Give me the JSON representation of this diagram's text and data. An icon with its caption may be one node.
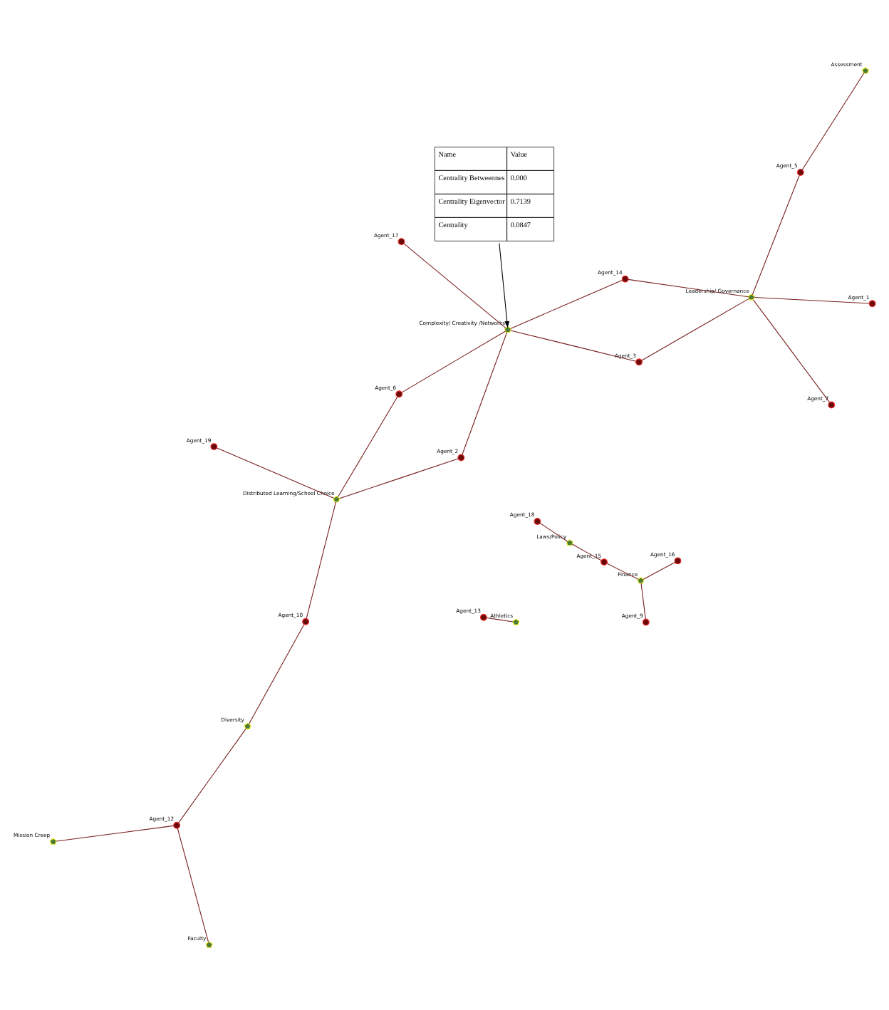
{
  "diagram": {
    "nodes": [
      {
        "text": [],
        "shape": "pentagon",
        "beside": [
          "Mission Creep"
        ]
      },
      {
        "text": [],
        "shape": "pentagon",
        "beside": [
          "Faculty"
        ]
      },
      {
        "text": [],
        "shape": "circle",
        "beside": [
          "Agent_13"
        ]
      },
      {
        "text": [],
        "shape": "circle",
        "beside": [
          "Agent_12"
        ]
      },
      {
        "text": [],
        "shape": "pentagon",
        "beside": [
          "Athletics"
        ]
      },
      {
        "text": [],
        "shape": "pentagon",
        "beside": [
          "Diversity"
        ]
      },
      {
        "text": [],
        "shape": "circle",
        "beside": [
          "Agent_9"
        ]
      },
      {
        "text": [],
        "shape": "pentagon",
        "beside": [
          "Finance"
        ]
      },
      {
        "text": [],
        "shape": "circle",
        "beside": [
          "Agent_10"
        ]
      },
      {
        "text": [],
        "shape": "circle",
        "beside": [
          "Agent_19"
        ]
      },
      {
        "text": [],
        "shape": "circle",
        "beside": [
          "Agent_15"
        ]
      },
      {
        "text": [],
        "shape": "circle",
        "beside": [
          "Agent_16"
        ]
      },
      {
        "text": [],
        "shape": "pentagon",
        "beside": [
          "Distributed Learning/School Choice"
        ]
      },
      {
        "text": [],
        "shape": "pentagon",
        "beside": [
          "Laws/Policy"
        ]
      },
      {
        "text": [],
        "shape": "circle",
        "beside": [
          "Agent_2"
        ]
      },
      {
        "text": [],
        "shape": "circle",
        "beside": [
          "Agent_18"
        ]
      },
      {
        "text": [],
        "shape": "circle",
        "beside": [
          "Agent_6"
        ]
      },
      {
        "text": [],
        "shape": "pentagon",
        "beside": [
          "Complexity/ Creativity /Networks"
        ]
      },
      {
        "text": [],
        "shape": "circle",
        "beside": [
          "Agent_14"
        ]
      },
      {
        "text": [],
        "shape": "circle",
        "beside": [
          "Agent_17"
        ]
      },
      {
        "text": [],
        "shape": "circle",
        "beside": [
          "Agent_1"
        ]
      },
      {
        "text": [],
        "shape": "circle",
        "beside": [
          "Agent_3"
        ]
      },
      {
        "text": [],
        "shape": "pentagon",
        "beside": [
          "Leadership/ Governance"
        ]
      },
      {
        "text": [],
        "shape": "circle",
        "beside": [
          "Agent_5"
        ]
      },
      {
        "text": [],
        "shape": "circle",
        "beside": [
          "Agent_7"
        ]
      },
      {
        "text": [],
        "shape": "pentagon",
        "beside": [
          "Assessment"
        ]
      },
      {
        "text": [
          "Name",
          "Value",
          "Centrality Betweennes",
          "0.000",
          "Centrality Eigenvector",
          "0.7139",
          "Centrality",
          "0.0847"
        ]
      }
    ],
    "edges": [
      {
        "from": 3,
        "to": 0,
        "arrow": "none"
      },
      {
        "from": 3,
        "to": 1,
        "arrow": "none"
      },
      {
        "from": 2,
        "to": 4,
        "arrow": "none"
      },
      {
        "from": 3,
        "to": 5,
        "arrow": "none"
      },
      {
        "from": 5,
        "to": 8,
        "arrow": "none"
      },
      {
        "from": 8,
        "to": 12,
        "arrow": "none"
      },
      {
        "from": 9,
        "to": 12,
        "arrow": "none"
      },
      {
        "from": 12,
        "to": 14,
        "arrow": "none"
      },
      {
        "from": 12,
        "to": 16,
        "arrow": "none"
      },
      {
        "from": 6,
        "to": 7,
        "arrow": "none"
      },
      {
        "from": 7,
        "to": 11,
        "arrow": "none"
      },
      {
        "from": 7,
        "to": 10,
        "arrow": "none"
      },
      {
        "from": 10,
        "to": 13,
        "arrow": "none"
      },
      {
        "from": 13,
        "to": 15,
        "arrow": "none"
      },
      {
        "from": 16,
        "to": 17,
        "arrow": "none"
      },
      {
        "from": 17,
        "to": 14,
        "arrow": "none"
      },
      {
        "from": 17,
        "to": 18,
        "arrow": "none"
      },
      {
        "from": 17,
        "to": 19,
        "arrow": "none"
      },
      {
        "from": 17,
        "to": 21,
        "arrow": "none"
      },
      {
        "from": 18,
        "to": 22,
        "arrow": "none"
      },
      {
        "from": 20,
        "to": 22,
        "arrow": "none"
      },
      {
        "from": 21,
        "to": 22,
        "arrow": "none"
      },
      {
        "from": 22,
        "to": 23,
        "arrow": "none"
      },
      {
        "from": 22,
        "to": 24,
        "arrow": "none"
      },
      {
        "from": 23,
        "to": 25,
        "arrow": "none"
      },
      {
        "from": 26,
        "to": 17,
        "arrow": "to",
        "color": "#000000"
      }
    ]
  }
}
